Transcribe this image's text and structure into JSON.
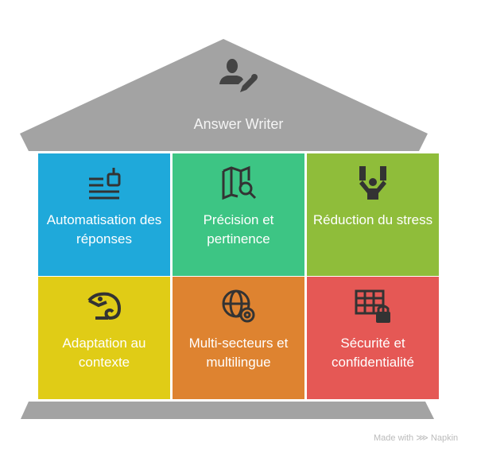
{
  "roof": {
    "title": "Answer Writer",
    "icon": "user-edit-icon",
    "color": "#a3a3a3"
  },
  "pillars": [
    {
      "label": "Automatisation des réponses",
      "icon": "bot-text-icon",
      "color": "#1fa9da"
    },
    {
      "label": "Précision et pertinence",
      "icon": "map-search-icon",
      "color": "#3dc584"
    },
    {
      "label": "Réduction du stress",
      "icon": "relaxed-person-icon",
      "color": "#8fbd3a"
    },
    {
      "label": "Adaptation au contexte",
      "icon": "chameleon-icon",
      "color": "#e0cc16"
    },
    {
      "label": "Multi-secteurs et multilingue",
      "icon": "globe-gear-icon",
      "color": "#de8330"
    },
    {
      "label": "Sécurité et confidentialité",
      "icon": "table-lock-icon",
      "color": "#e55855"
    }
  ],
  "watermark": "Made with ⋙ Napkin"
}
